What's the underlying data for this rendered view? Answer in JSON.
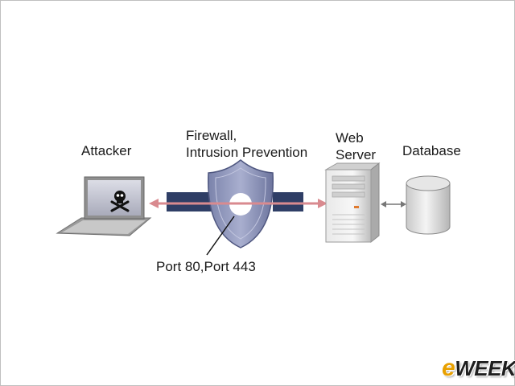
{
  "labels": {
    "attacker": "Attacker",
    "firewall_line1": "Firewall,",
    "firewall_line2": "Intrusion Prevention",
    "web_server_line1": "Web",
    "web_server_line2": "Server",
    "database": "Database",
    "ports": "Port 80,Port 443"
  },
  "logo": {
    "prefix": "e",
    "rest": "WEEK"
  },
  "colors": {
    "traffic_arrow": "#d98a8f",
    "pipe": "#2f3e66",
    "shield": "#8c93b8",
    "logo_accent": "#e8a000"
  },
  "icons": [
    "laptop-icon",
    "skull-crossbones-icon",
    "shield-icon",
    "server-tower-icon",
    "database-cylinder-icon"
  ]
}
